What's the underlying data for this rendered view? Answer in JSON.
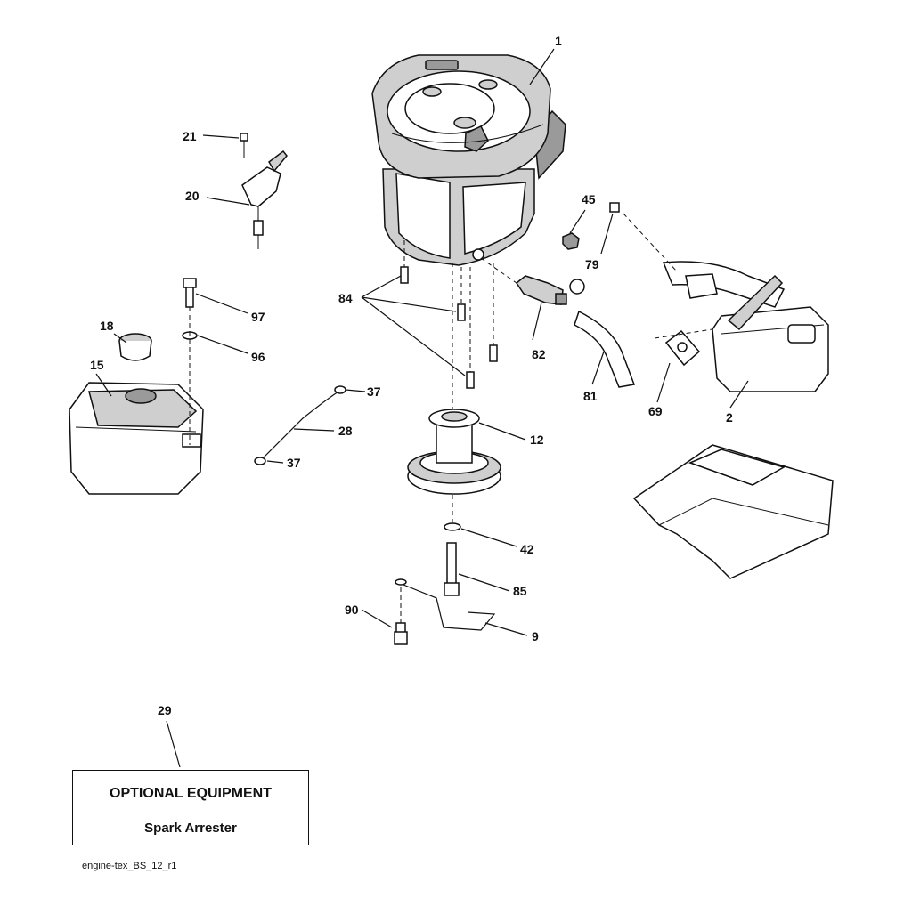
{
  "callouts": {
    "c1": "1",
    "c21": "21",
    "c20": "20",
    "c45": "45",
    "c79": "79",
    "c84": "84",
    "c97": "97",
    "c18": "18",
    "c96": "96",
    "c82": "82",
    "c15": "15",
    "c37a": "37",
    "c81": "81",
    "c69": "69",
    "c2": "2",
    "c28": "28",
    "c12": "12",
    "c37b": "37",
    "c42": "42",
    "c85": "85",
    "c90": "90",
    "c9": "9",
    "c29": "29"
  },
  "optional_equipment": {
    "title": "OPTIONAL EQUIPMENT",
    "item": "Spark Arrester"
  },
  "file_ref": "engine-tex_BS_12_r1"
}
